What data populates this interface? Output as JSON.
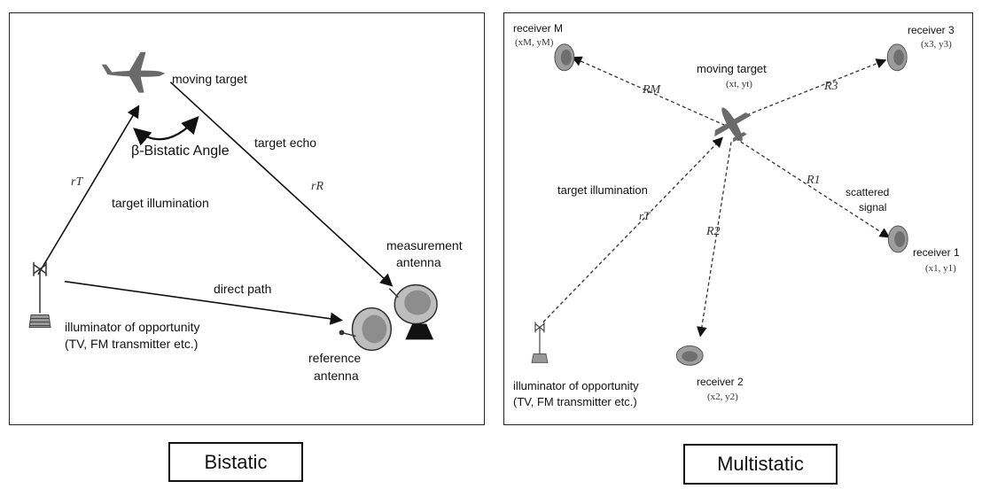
{
  "bistatic": {
    "moving_target": "moving target",
    "bistatic_angle": "β-Bistatic Angle",
    "r_t": "rT",
    "r_r": "rR",
    "target_echo": "target echo",
    "target_illumination": "target illumination",
    "direct_path": "direct path",
    "measurement_antenna_line1": "measurement",
    "measurement_antenna_line2": "antenna",
    "reference_antenna_line1": "reference",
    "reference_antenna_line2": "antenna",
    "illuminator_line1": "illuminator of opportunity",
    "illuminator_line2": "(TV, FM transmitter etc.)",
    "caption": "Bistatic"
  },
  "multistatic": {
    "receiver_m": "receiver M",
    "receiver_m_coord": "(xM, yM)",
    "receiver_3": "receiver 3",
    "receiver_3_coord": "(x3, y3)",
    "moving_target": "moving target",
    "target_coord": "(xt, yt)",
    "R_M": "RM",
    "R_3": "R3",
    "R_1": "R1",
    "R_2": "R2",
    "r_t": "rT",
    "target_illumination": "target illumination",
    "scattered_line1": "scattered",
    "scattered_line2": "signal",
    "receiver_1": "receiver 1",
    "receiver_1_coord": "(x1, y1)",
    "receiver_2": "receiver 2",
    "receiver_2_coord": "(x2, y2)",
    "illuminator_line1": "illuminator of opportunity",
    "illuminator_line2": "(TV, FM transmitter etc.)",
    "caption": "Multistatic"
  }
}
